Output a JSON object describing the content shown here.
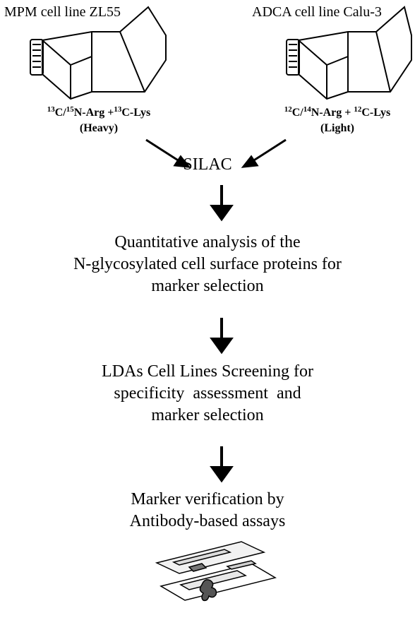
{
  "flasks": {
    "left": {
      "title": "MPM cell line ZL55",
      "iso_a": "13",
      "iso_b": "15",
      "formula_1": "C/",
      "formula_2": "N-Arg +",
      "iso_c": "13",
      "formula_3": "C-Lys",
      "label": "(Heavy)"
    },
    "right": {
      "title": "ADCA cell line Calu-3",
      "iso_a": "12",
      "iso_b": "14",
      "formula_1": "C/",
      "formula_2": "N-Arg + ",
      "iso_c": "12",
      "formula_3": "C-Lys",
      "label": "(Light)"
    }
  },
  "steps": {
    "silac": "SILAC",
    "quant": [
      "Quantitative analysis of the",
      "N-glycosylated cell surface proteins for",
      "marker selection"
    ],
    "lda": [
      "LDAs Cell Lines Screening for",
      "specificity  assessment  and",
      "marker selection"
    ],
    "verify": [
      "Marker verification by",
      "Antibody-based assays"
    ]
  },
  "icons": [
    "cell-culture-flask-icon",
    "down-arrow-icon",
    "tissue-slide-icon"
  ]
}
